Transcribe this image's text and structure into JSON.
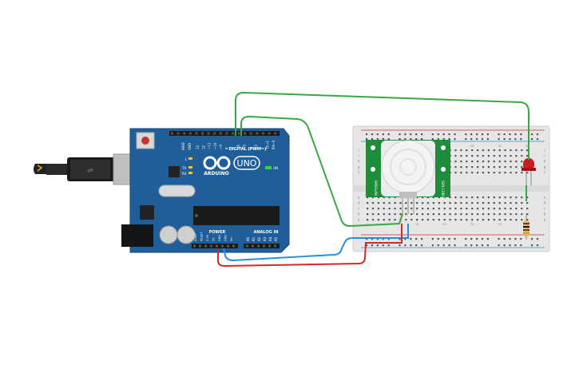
{
  "arduino": {
    "logo_text": "UNO",
    "brand": "ARDUINO",
    "digital_label": "DIGITAL (PWM~)",
    "analog_label": "ANALOG IN",
    "power_label": "POWER",
    "on_label": "ON",
    "l_label": "L",
    "tx_label": "TX",
    "rx_label": "RX",
    "aref_label": "AREF",
    "gnd_label": "GND",
    "digital_pins": [
      "13",
      "12",
      "~11",
      "~10",
      "~9",
      "8",
      "7",
      "~6",
      "~5",
      "4",
      "~3",
      "2",
      "TX→1",
      "RX←0"
    ],
    "power_pins": [
      "IOREF",
      "RESET",
      "3.3V",
      "5V",
      "GND",
      "GND",
      "Vin"
    ],
    "analog_pins": [
      "A0",
      "A1",
      "A2",
      "A3",
      "A4",
      "A5"
    ]
  },
  "pir": {
    "left_text": "FANGLAN",
    "right_text": "SEN-13967"
  },
  "breadboard": {
    "row_letters_top": [
      "j",
      "i",
      "h",
      "g",
      "f"
    ],
    "row_letters_bottom": [
      "e",
      "d",
      "c",
      "b",
      "a"
    ],
    "col_numbers": [
      "1",
      "5",
      "10",
      "15",
      "20",
      "25",
      "30"
    ]
  },
  "colors": {
    "arduino_blue": "#1f5e99",
    "wire_green": "#3aa845",
    "wire_red": "#d22a2a",
    "wire_blue": "#2a8fd6",
    "breadboard": "#e6e6e6"
  }
}
